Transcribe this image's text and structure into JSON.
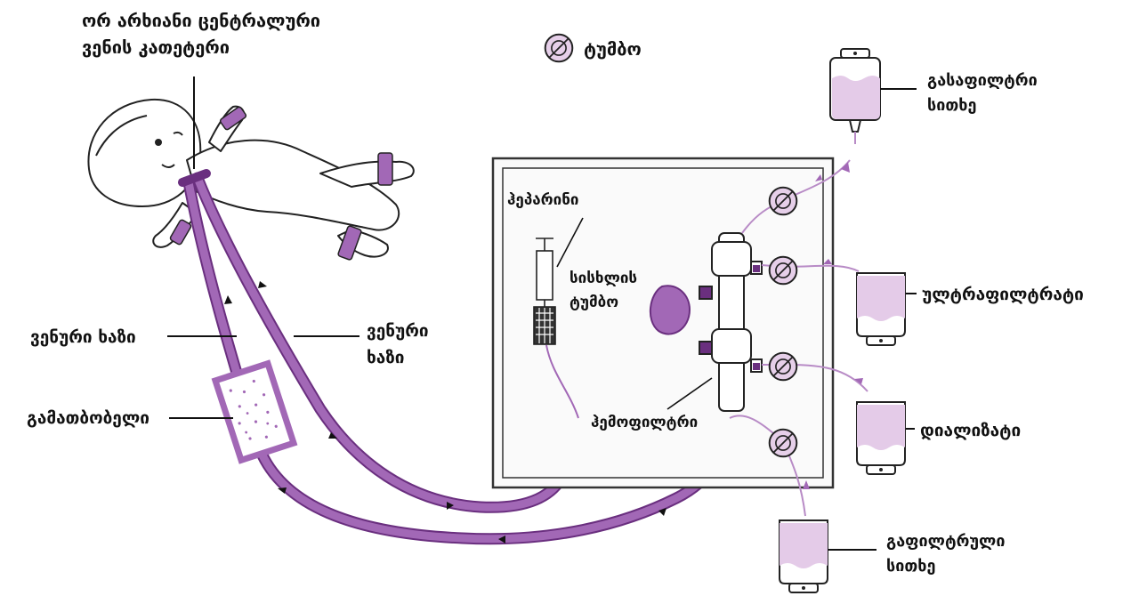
{
  "colors": {
    "tube": "#a268b6",
    "tube_dark": "#6a2f7f",
    "fill": "#e6cfe9",
    "ink": "#111111",
    "board": "#f5f5f5",
    "bag_fluid": "#e4cbe8"
  },
  "labels": {
    "catheter_line1": "ორ არხიანი ცენტრალური",
    "catheter_line2": "ვენის კათეტერი",
    "pump_legend": "ტუმბო",
    "replacement_top_line1": "გასაფილტრი",
    "replacement_top_line2": "სითხე",
    "ultrafiltrate": "ულტრაფილტრატი",
    "dialysate": "დიალიზატი",
    "filtered_line1": "გაფილტრული",
    "filtered_line2": "სითხე",
    "heparin": "ჰეპარინი",
    "blood_pump_line1": "სისხლის",
    "blood_pump_line2": "ტუმბო",
    "hemofilter": "ჰემოფილტრი",
    "venous_line_left": "ვენური ხაზი",
    "venous_line_right1": "ვენური",
    "venous_line_right2": "ხაზი",
    "humidifier": "გამათბობელი"
  },
  "icons": {
    "pump": "pump-icon",
    "bag": "fluid-bag-icon",
    "syringe": "syringe-icon",
    "filter": "hemofilter-icon",
    "humidifier": "humidifier-icon",
    "patient": "infant-patient-icon"
  }
}
